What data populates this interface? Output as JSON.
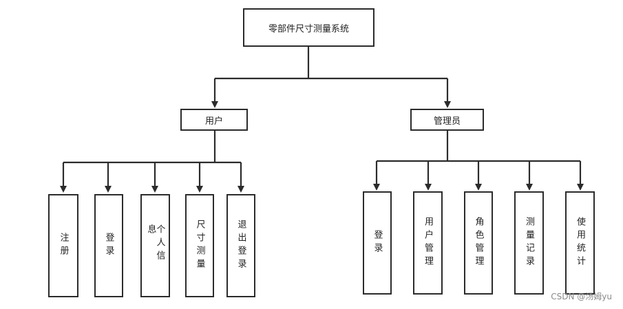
{
  "root": {
    "label": "零部件尺寸测量系统"
  },
  "user_group": {
    "label": "用户",
    "children": [
      "注册",
      "登录",
      "个人信息",
      "尺寸测量",
      "退出登录"
    ]
  },
  "admin_group": {
    "label": "管理员",
    "children": [
      "登录",
      "用户管理",
      "角色管理",
      "测量记录",
      "使用统计"
    ]
  },
  "watermark": "CSDN @汤姆yu",
  "colors": {
    "line": "#2b2b2b",
    "box_border": "#2b2b2b"
  }
}
